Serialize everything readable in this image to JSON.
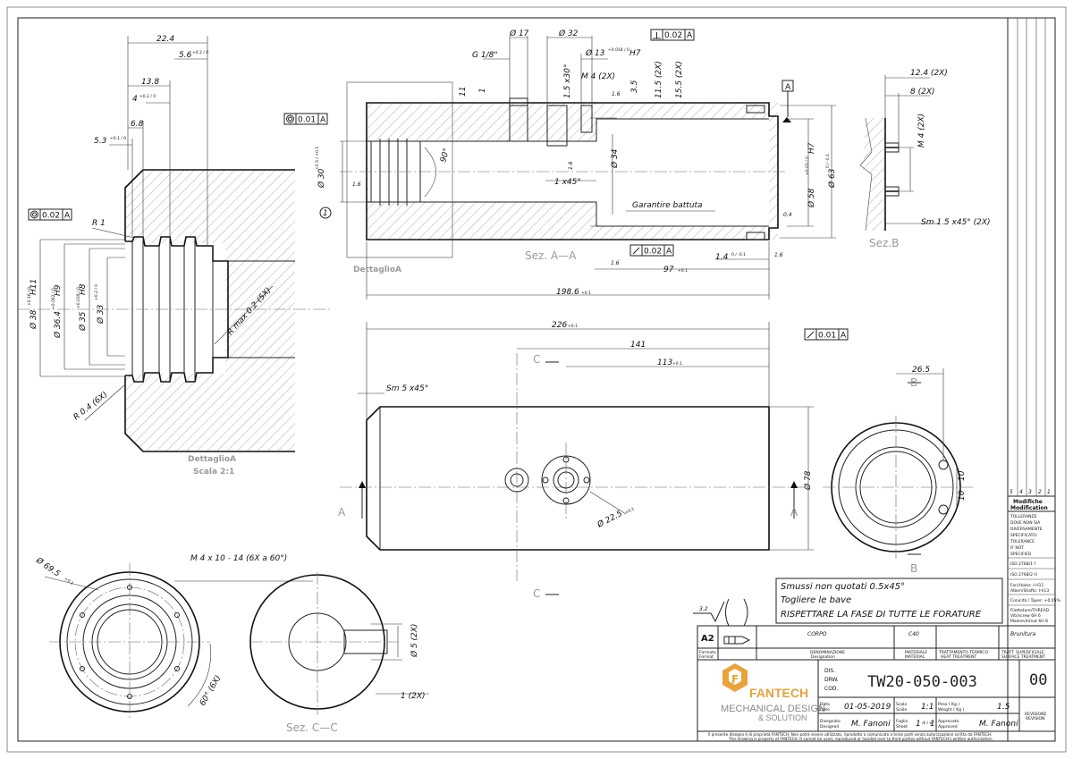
{
  "detail_view": {
    "dims": {
      "d224": "22.4",
      "d56": "5.6",
      "d56_tol": "+0.2 / 0",
      "d138": "13.8",
      "d4": "4",
      "d4_tol": "+0.2 / 0",
      "d68": "6.8",
      "d53": "5.3",
      "d53_tol": "+0.1 / 0",
      "r1": "R 1",
      "dia38": "Ø 38",
      "dia38_tol": "+0.16 / 0",
      "dia38_fit": "H11",
      "dia364": "Ø 36.4",
      "dia364_tol": "+0.062 / 0",
      "dia364_fit": "H9",
      "dia35": "Ø 35",
      "dia35_tol": "+0.039 / 0",
      "dia35_fit": "H8",
      "dia33": "Ø 33",
      "dia33_tol": "+0.2 / 0",
      "rmax": "R max 0.2 (5X)",
      "r04": "R 0.4 (6X)",
      "conc_tol": "0.02",
      "conc_ref": "A"
    },
    "title": "DettaglioA",
    "scale": "Scala 2:1"
  },
  "section_aa": {
    "dims": {
      "d17": "Ø 17",
      "d32": "Ø 32",
      "g18": "G 1/8\"",
      "d13": "Ø 13",
      "d13_tol": "+0.018 / 0",
      "d13_fit": "H7",
      "perp_tol": "0.02",
      "perp_ref": "A",
      "m4": "M 4 (2X)",
      "c15": "1.5 x30°",
      "n11": "11",
      "n1": "1",
      "n35": "3.5",
      "n115": "11.5 (2X)",
      "n155": "15.5 (2X)",
      "rough16": "1.6",
      "d30": "Ø 30",
      "d30_tol": "+0.5 / +0.1",
      "ang90": "90°",
      "conc_tol": "0.01",
      "conc_ref": "A",
      "d34": "Ø 34",
      "c1": "1 x45°",
      "garantire": "Garantire battuta",
      "d58": "Ø 58",
      "d58_tol": "+0.03 / 0",
      "d58_fit": "H7",
      "d63": "Ø 63",
      "d63_tol": "0 / -0.1",
      "datum": "A",
      "rough04": "0.4",
      "runout_tol": "0.02",
      "runout_ref": "A",
      "n14": "1.4",
      "n14_tol": "0 / -0.1",
      "n97": "97",
      "n97_tol": "+0.1",
      "n1986": "198.6",
      "n1986_tol": "+0.1"
    },
    "title": "Sez. A—A",
    "detail_callout": "1",
    "detail_label": "DettaglioA"
  },
  "section_b": {
    "dims": {
      "d124": "12.4 (2X)",
      "d8": "8 (2X)",
      "m4": "M 4 (2X)",
      "sm15": "Sm 1.5 x45° (2X)"
    },
    "title": "Sez.B"
  },
  "front_view": {
    "dims": {
      "n226": "226",
      "n226_tol": "+0.1",
      "n141": "141",
      "n113": "113",
      "n113_tol": "+0.1",
      "sm5": "Sm 5 x45°",
      "d78": "Ø 78",
      "d225": "Ø 22.5",
      "d225_tol": "+0.1",
      "runout_tol": "0.01",
      "runout_ref": "A"
    },
    "labels": {
      "a": "A",
      "c": "C"
    }
  },
  "end_view": {
    "d265": "26.5",
    "d10a": "10",
    "d10b": "10",
    "b": "B"
  },
  "flange_view": {
    "d695": "Ø 69.5",
    "d695_tol": "+0.1",
    "m4": "M 4 x 10 - 14 (6X a 60°)",
    "ang60": "60° (6X)"
  },
  "section_cc": {
    "d5": "Ø 5 (2X)",
    "n1": "1 (2X)",
    "title": "Sez. C—C"
  },
  "notes": {
    "line1": "Smussi non quotati 0.5x45°",
    "line2": "Togliere le bave",
    "line3": "RISPETTARE LA FASE DI TUTTE LE FORATURE",
    "rough": "3.2"
  },
  "revision_block": {
    "cols": [
      "5",
      "4",
      "3",
      "2",
      "1"
    ],
    "modifiche": "Modifiche",
    "modification": "Modification",
    "tol_it": [
      "TOLLERANZE",
      "DOVE NON SIA",
      "DIVERSAMENTE",
      "SPECIFICATO:"
    ],
    "tol_en": [
      "TOLERANCE",
      "IF NOT",
      "SPECIFIED"
    ],
    "iso1": "ISO 2768/1 f",
    "iso2": "ISO 2768/2 H",
    "fori": [
      "Fori/Holes: I-H11",
      "Alberi/Shafts: I-h13"
    ],
    "conicita": "Conicità / Taper: +0.05%",
    "filettature": [
      "Filettature/THREAD",
      "Viti/screw    6H 6",
      "Madreviti/nut  6H 8"
    ]
  },
  "title_block": {
    "format": "A2",
    "format_lbl_it": "Formato",
    "format_lbl_en": "Format",
    "name": "CORPO",
    "name_lbl_it": "DENOMINAZIONE",
    "name_lbl_en": "Designation",
    "material": "C40",
    "material_lbl_it": "MATERIALE",
    "material_lbl_en": "MATERIAL",
    "heat_lbl_it": "TRATTAMENTO TERMICO",
    "heat_lbl_en": "HEAT TREATMENT",
    "surface": "Brunitura",
    "surface_lbl_it": "TRATT. SUPERFICIALE",
    "surface_lbl_en": "SURFACE TREATMENT",
    "dis": "DIS.",
    "drw": "DRW.",
    "cod": "COD.",
    "code": "TW20-050-003",
    "revision": "00",
    "rev_lbl_it": "REVISIONE",
    "rev_lbl_en": "REVISION",
    "company": "FANTECH",
    "tag1": "MECHANICAL DESIGN",
    "tag2": "& SOLUTION",
    "date_lbl_it": "Data",
    "date_lbl_en": "Date",
    "date": "01-05-2019",
    "scale_lbl_it": "Scala",
    "scale_lbl_en": "Scale",
    "scale": "1:1",
    "weight_lbl": "Peso ( Kg )",
    "weight_lbl2": "Weight ( Kg )",
    "weight": "1.5",
    "drawn_lbl_it": "Disegnato",
    "drawn_lbl_en": "Designed",
    "drawn": "M. Fanoni",
    "sheet_lbl_it": "Foglio",
    "sheet_lbl_en": "Sheet",
    "sheet": "1",
    "sheet_of": "di / of",
    "sheets": "1",
    "approved_lbl_it": "Approvato",
    "approved_lbl_en": "Approved",
    "approved": "M. Fanoni",
    "footer1": "Il presente disegno è di proprietà FANTECH. Non potrà essere utilizzato, riprodotto o comunicato a terze parti senza autorizzazione scritta da FANTECH.",
    "footer2": "This drawing is property of FANTECH. It cannot be used, reproduced or handed over to third parties without FANTECH's written authorization."
  },
  "colors": {
    "logo_orange": "#e8a33a",
    "logo_grey": "#888888"
  }
}
